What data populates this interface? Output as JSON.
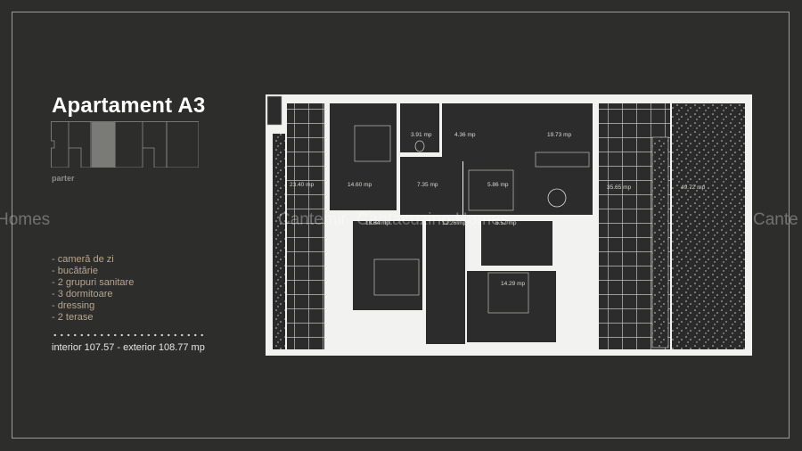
{
  "header": {
    "title": "Apartament A3",
    "level": "parter"
  },
  "features": [
    "- cameră de zi",
    "- bucătărie",
    "- 2 grupuri sanitare",
    "- 3 dormitoare",
    "- dressing",
    "- 2 terase"
  ],
  "areas_summary": "interior 107.57 - exterior 108.77 mp",
  "watermarks": [
    "Homes",
    "Cantemir",
    "Cantacuzino Homes",
    "Cante"
  ],
  "floor_plan": {
    "rooms": [
      {
        "id": "terrace-left",
        "label": "23.40 mp"
      },
      {
        "id": "bedroom-1",
        "label": "14.60 mp"
      },
      {
        "id": "bathroom-1",
        "label": "3.91 mp"
      },
      {
        "id": "hall",
        "label": "4.36 mp"
      },
      {
        "id": "dressing",
        "label": "7.35 mp"
      },
      {
        "id": "kitchen",
        "label": "5.86 mp"
      },
      {
        "id": "living",
        "label": "19.73 mp"
      },
      {
        "id": "terrace-right",
        "label": "35.65 mp"
      },
      {
        "id": "garden",
        "label": "49.72 mp"
      },
      {
        "id": "bedroom-2",
        "label": "18.64 mp"
      },
      {
        "id": "corridor",
        "label": "12.26 mp"
      },
      {
        "id": "bathroom-2",
        "label": "6.57 mp"
      },
      {
        "id": "bedroom-3",
        "label": "14.29 mp"
      }
    ]
  },
  "colors": {
    "background": "#2d2d2b",
    "wall": "#f2f2f0",
    "floor": "#2c2c2c",
    "feature_text": "#b8a58f",
    "key_highlight": "#7a7a77"
  }
}
